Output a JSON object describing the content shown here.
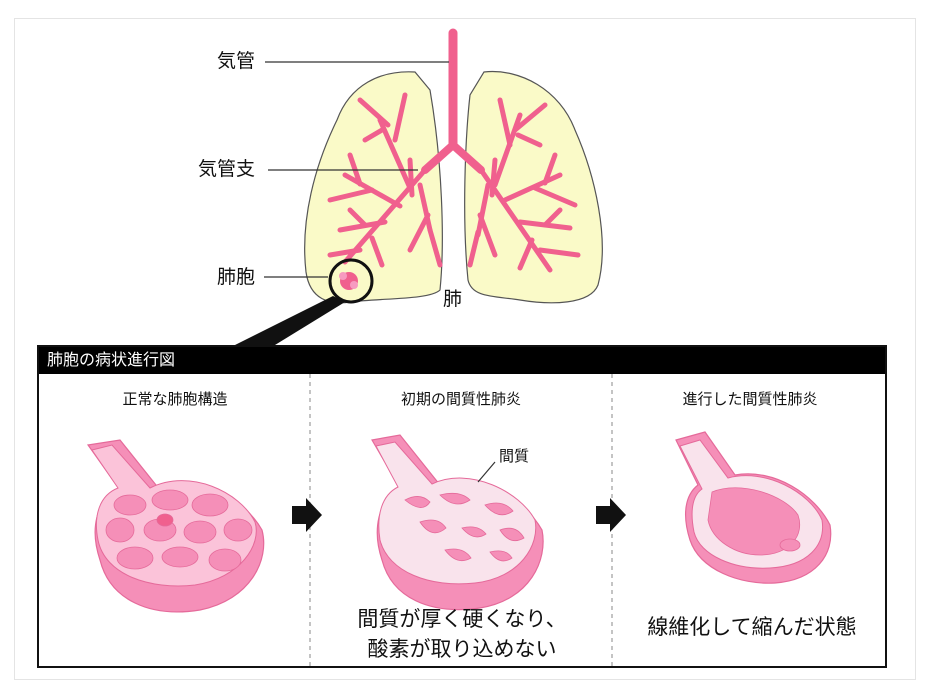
{
  "labels": {
    "trachea": "気管",
    "bronchi": "気管支",
    "alveoli": "肺胞",
    "lung": "肺"
  },
  "panel": {
    "title": "肺胞の病状進行図",
    "stages": [
      {
        "title": "正常な肺胞構造",
        "caption": ""
      },
      {
        "title": "初期の間質性肺炎",
        "caption_line1": "間質が厚く硬くなり、",
        "caption_line2": "酸素が取り込めない",
        "annotation": "間質"
      },
      {
        "title": "進行した間質性肺炎",
        "caption": "線維化して縮んだ状態"
      }
    ]
  },
  "colors": {
    "lung_fill": "#fafac8",
    "bronchi": "#f0608e",
    "alveolus_outer": "#f79ac0",
    "alveolus_inner": "#fcd3e3",
    "interstitium": "#f9e3ec"
  }
}
